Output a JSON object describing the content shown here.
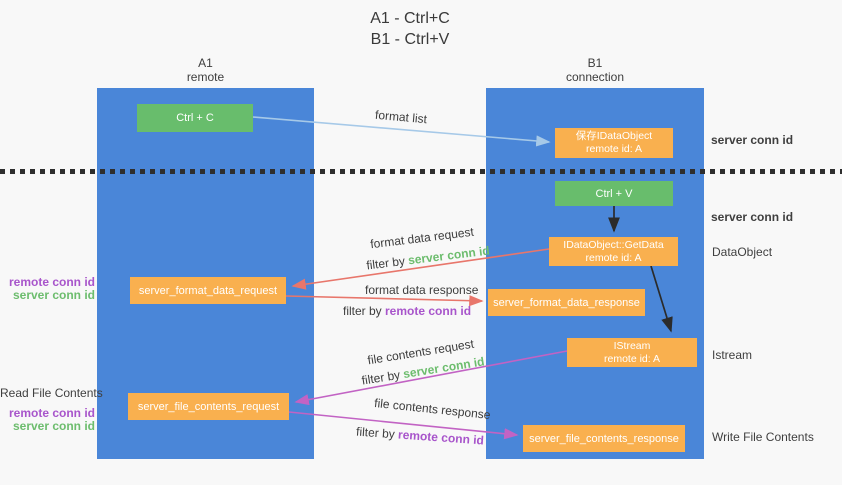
{
  "colors": {
    "column_blue": "#4a86d8",
    "box_orange": "#f9b04f",
    "box_green": "#68bd6c",
    "arrow_blue": "#a6c9e8",
    "arrow_red": "#e8766b",
    "arrow_purple": "#c263c4",
    "arrow_black": "#2b2b2b",
    "text_green": "#6dbd6e",
    "text_purple": "#a855cb",
    "text_dark": "#3d3d3d"
  },
  "title": {
    "line1": "A1 - Ctrl+C",
    "line2": "B1 - Ctrl+V"
  },
  "lanes": {
    "left": {
      "title": "A1",
      "subtitle": "remote"
    },
    "right": {
      "title": "B1",
      "subtitle": "connection"
    }
  },
  "nodes": {
    "ctrl_c": {
      "label": "Ctrl + C"
    },
    "save_idataobject": {
      "line1": "保存IDataObject",
      "line2": "remote id: A"
    },
    "ctrl_v": {
      "label": "Ctrl + V"
    },
    "getdata": {
      "line1": "IDataObject::GetData",
      "line2": "remote id: A"
    },
    "istream": {
      "line1": "IStream",
      "line2": "remote id: A"
    },
    "server_format_data_request": {
      "label": "server_format_data_request"
    },
    "server_format_data_response": {
      "label": "server_format_data_response"
    },
    "server_file_contents_request": {
      "label": "server_file_contents_request"
    },
    "server_file_contents_response": {
      "label": "server_file_contents_response"
    }
  },
  "edge_labels": {
    "format_list": "format list",
    "format_data_request": "format data request",
    "format_data_request_filter_prefix": "filter by ",
    "format_data_request_filter_key": "server conn id",
    "format_data_response": "format data response",
    "format_data_response_filter_prefix": "filter by ",
    "format_data_response_filter_key": "remote conn id",
    "file_contents_request": "file contents request",
    "file_contents_request_filter_prefix": "filter by ",
    "file_contents_request_filter_key": "server conn id",
    "file_contents_response": "file contents response",
    "file_contents_response_filter_prefix": "filter by ",
    "file_contents_response_filter_key": "remote conn id"
  },
  "side_labels": {
    "left": {
      "format_remote_conn_id": "remote conn id",
      "format_server_conn_id": "server conn id",
      "read_file_contents": "Read File Contents",
      "file_remote_conn_id": "remote conn id",
      "file_server_conn_id": "server conn id"
    },
    "right": {
      "server_conn_id_top": "server conn id",
      "server_conn_id_mid": "server conn id",
      "dataobject": "DataObject",
      "istream": "Istream",
      "write_file_contents": "Write File Contents"
    }
  }
}
